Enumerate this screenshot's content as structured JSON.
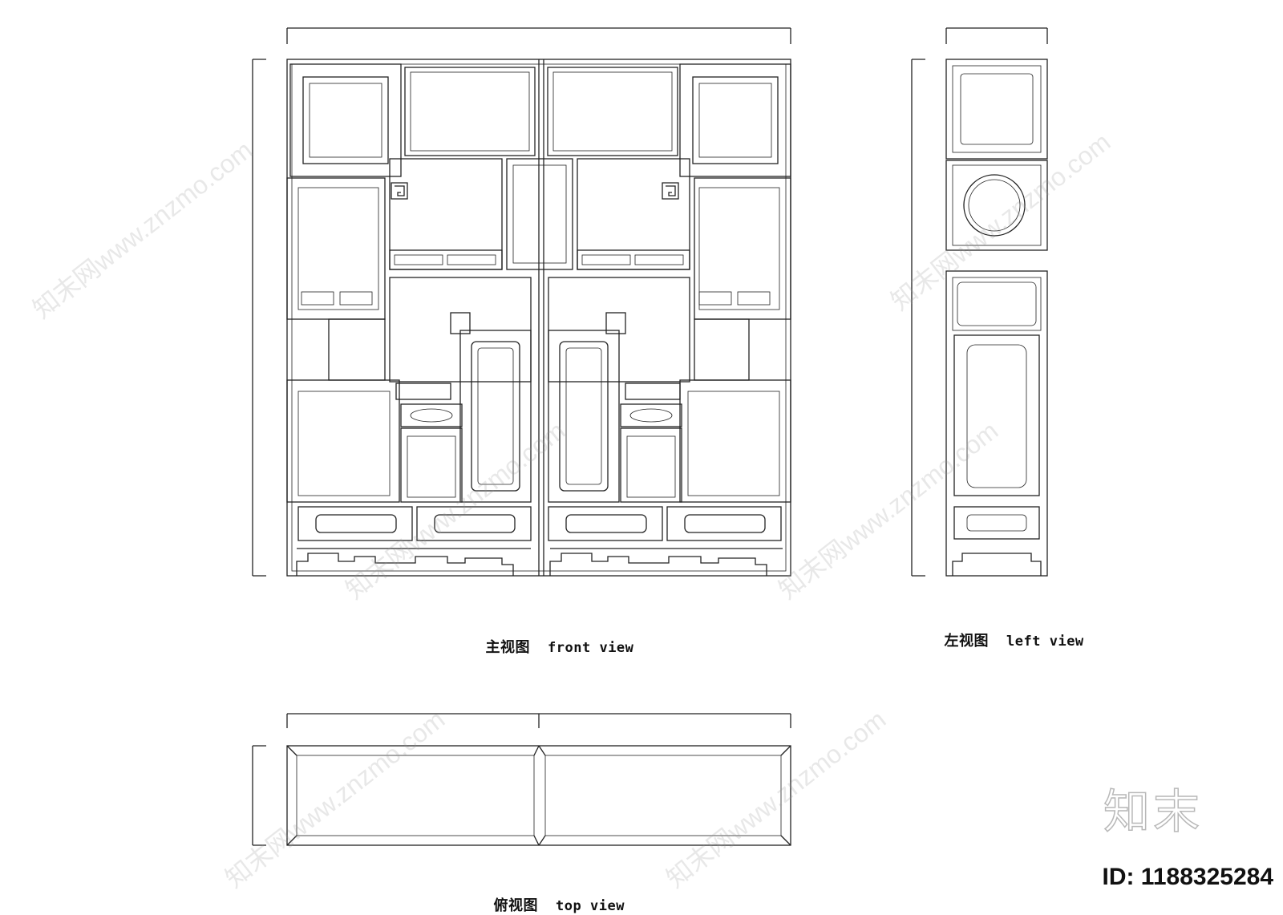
{
  "views": {
    "front": {
      "cn": "主视图",
      "en": "front view"
    },
    "left": {
      "cn": "左视图",
      "en": "left view"
    },
    "top": {
      "cn": "俯视图",
      "en": "top view"
    }
  },
  "brand": "知末",
  "id_text": "ID: 1188325284",
  "watermark": "知末网www.znzmo.com",
  "colors": {
    "line": "#222222",
    "background": "#ffffff"
  }
}
